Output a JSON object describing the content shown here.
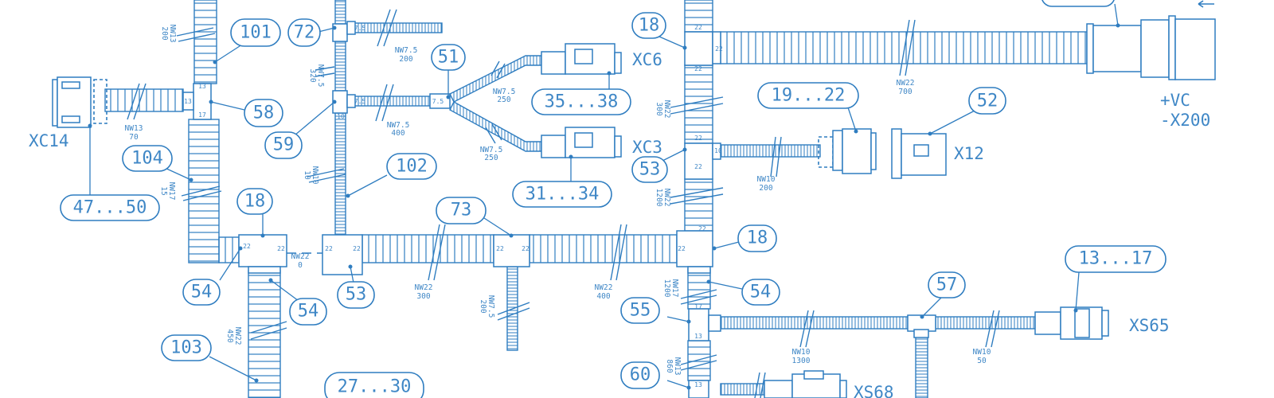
{
  "diagram": {
    "color": "#2f7dc0",
    "callouts": {
      "c101": "101",
      "c72": "72",
      "c51": "51",
      "c18a": "18",
      "c58": "58",
      "c59": "59",
      "c35": "35...38",
      "c19": "19...22",
      "c52": "52",
      "c104": "104",
      "c102": "102",
      "c53a": "53",
      "c31": "31...34",
      "c47": "47...50",
      "c18b": "18",
      "c73": "73",
      "c18c": "18",
      "c13": "13...17",
      "c54a": "54",
      "c54b": "54",
      "c53b": "53",
      "c54c": "54",
      "c57": "57",
      "c55": "55",
      "c103": "103",
      "c27": "27...30",
      "c60": "60"
    },
    "connectors": {
      "xc14": "XC14",
      "xc6": "XC6",
      "xc3": "XC3",
      "x12": "X12",
      "vc": "+VC",
      "x200": "-X200",
      "xs65": "XS65",
      "xs68": "XS68"
    },
    "cables": {
      "a": {
        "type": "NW13",
        "len": "200"
      },
      "b": {
        "type": "NW7.5",
        "len": "320"
      },
      "c": {
        "type": "NW7.5",
        "len": "200"
      },
      "d": {
        "type": "NW13",
        "len": "70"
      },
      "e": {
        "type": "NW7.5",
        "len": "400"
      },
      "f": {
        "type": "NW7.5",
        "len": "250"
      },
      "g": {
        "type": "NW7.5",
        "len": "250"
      },
      "h": {
        "type": "NW10",
        "len": "10"
      },
      "i": {
        "type": "NW17",
        "len": "15"
      },
      "j": {
        "type": "NW22",
        "len": "0"
      },
      "k": {
        "type": "NW22",
        "len": "300"
      },
      "l": {
        "type": "NW22",
        "len": "400"
      },
      "m": {
        "type": "NW7.5",
        "len": "200"
      },
      "n": {
        "type": "NW22",
        "len": "450"
      },
      "o": {
        "type": "NW22",
        "len": "300"
      },
      "p": {
        "type": "NW22",
        "len": "1200"
      },
      "q": {
        "type": "NW22",
        "len": "700"
      },
      "r": {
        "type": "NW10",
        "len": "200"
      },
      "s": {
        "type": "NW17",
        "len": "1200"
      },
      "t": {
        "type": "NW13",
        "len": "860"
      },
      "u": {
        "type": "NW10",
        "len": "1300"
      },
      "v": {
        "type": "NW10",
        "len": "50"
      }
    },
    "sizes": {
      "s13": "13",
      "s17": "17",
      "s22": "22",
      "s75": "7.5",
      "s10": "10"
    }
  }
}
